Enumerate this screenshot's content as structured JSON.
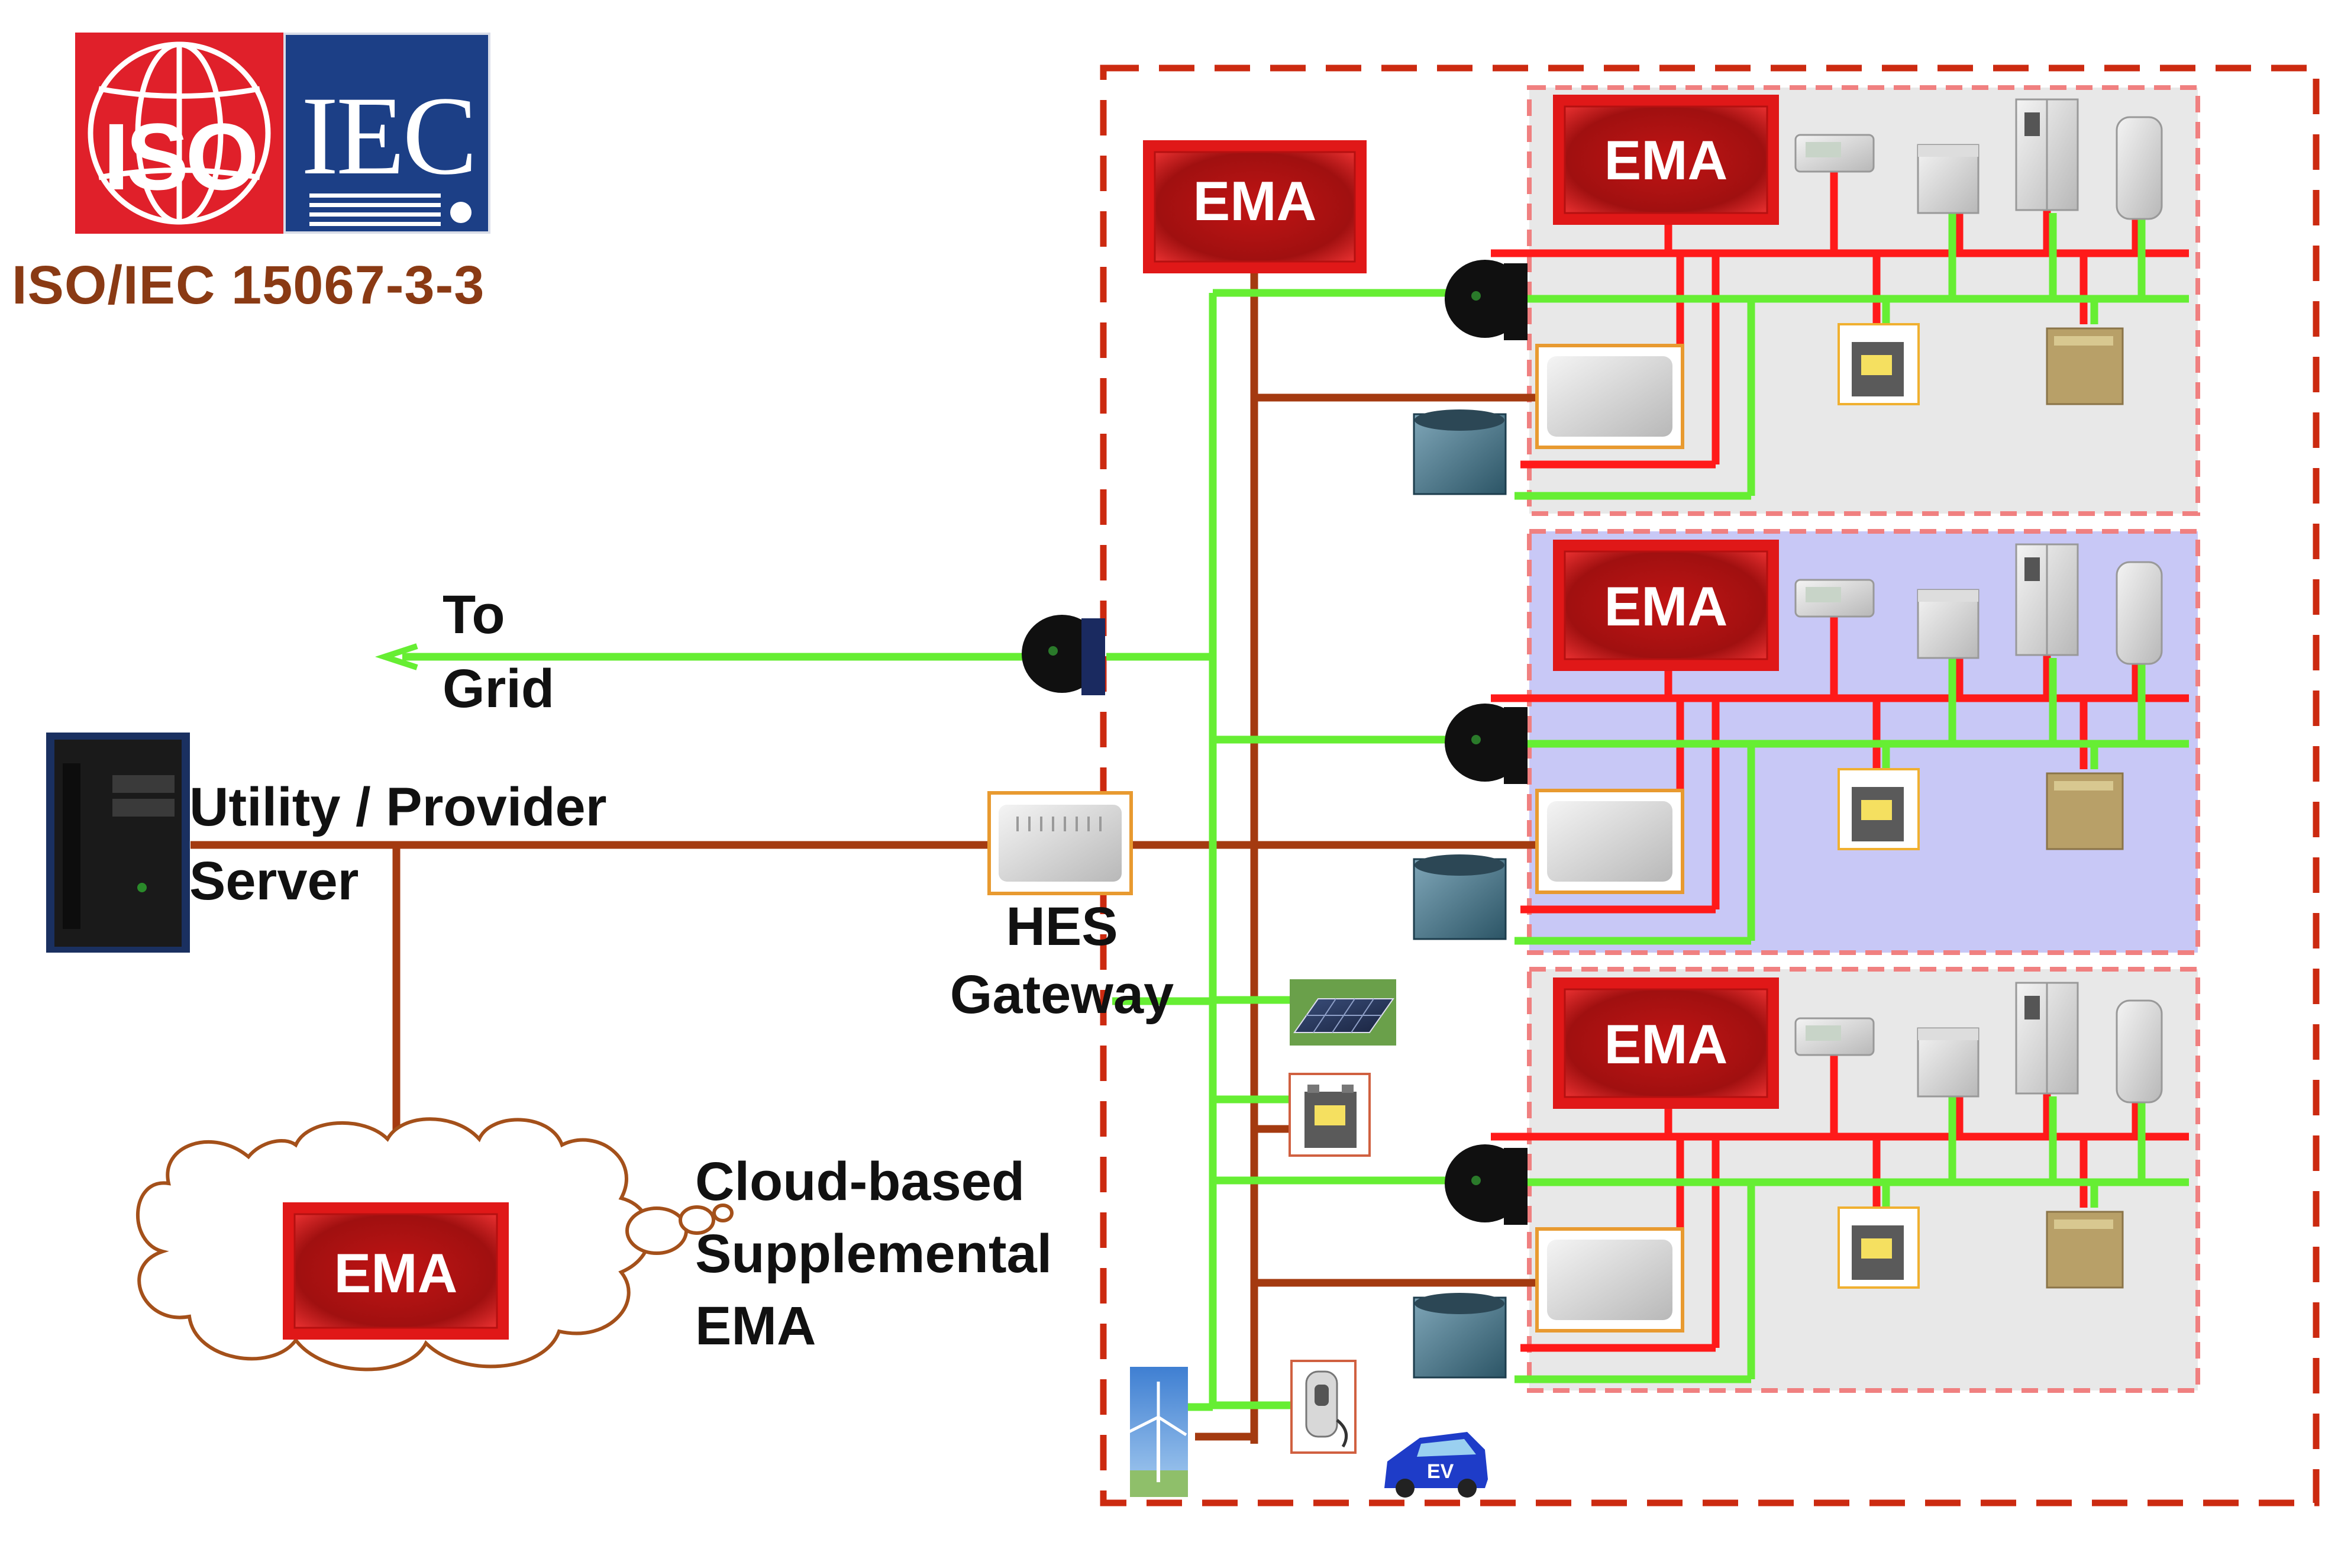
{
  "header": {
    "logo_iso": "ISO",
    "logo_iec": "IEC",
    "standard": "ISO/IEC 15067-3-3"
  },
  "labels": {
    "to_grid_line1": "To",
    "to_grid_line2": "Grid",
    "server_line1": "Utility / Provider",
    "server_line2": "Server",
    "gateway_line1": "HES",
    "gateway_line2": "Gateway",
    "cloud_line1": "Cloud-based",
    "cloud_line2": "Supplemental",
    "cloud_line3": "EMA"
  },
  "ema_boxes": {
    "central": "EMA",
    "home_1": "EMA",
    "home_2": "EMA",
    "home_3": "EMA",
    "cloud": "EMA"
  },
  "icons": {
    "ev_badge": "EV"
  },
  "colors": {
    "ema_red": "#e01818",
    "power_bus_red": "#ff1a1a",
    "data_green": "#66ee33",
    "brown_link": "#a43a10",
    "boundary_dashed": "#cc2a10",
    "home_dashed": "#f08080",
    "home_bg_grey": "#e8e8e8",
    "home_bg_lavender": "#c8c8f6",
    "iso_red": "#e0202a",
    "iec_blue": "#1c3f86",
    "title_brown": "#8a3a14"
  }
}
